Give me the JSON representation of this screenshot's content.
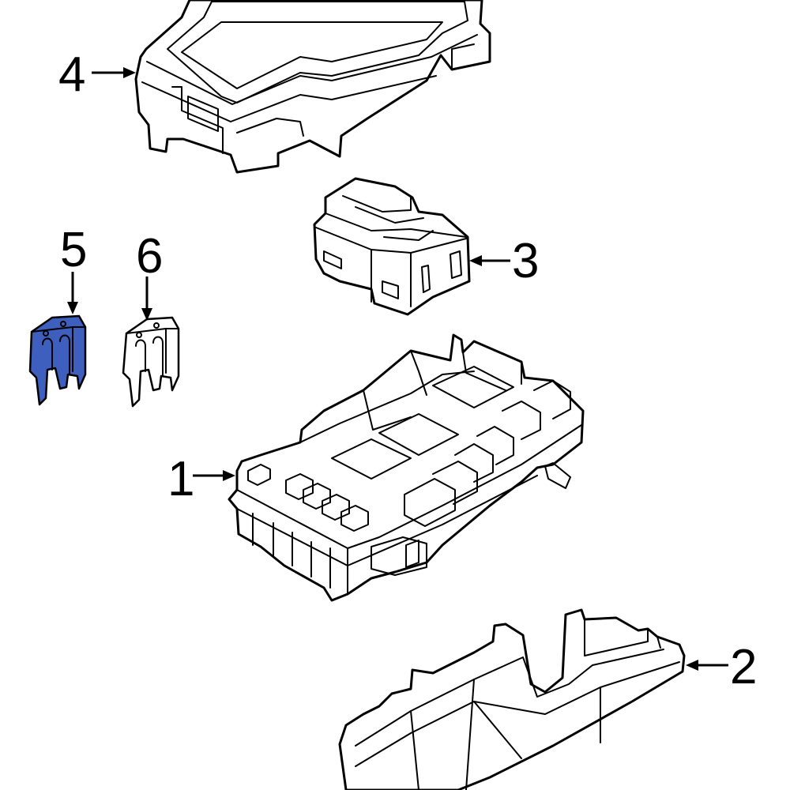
{
  "callouts": [
    {
      "id": "1",
      "label": "1"
    },
    {
      "id": "2",
      "label": "2"
    },
    {
      "id": "3",
      "label": "3"
    },
    {
      "id": "4",
      "label": "4"
    },
    {
      "id": "5",
      "label": "5"
    },
    {
      "id": "6",
      "label": "6"
    }
  ],
  "colors": {
    "highlight_fuse": "#3f5fbf",
    "line": "#000000",
    "background": "#ffffff"
  }
}
